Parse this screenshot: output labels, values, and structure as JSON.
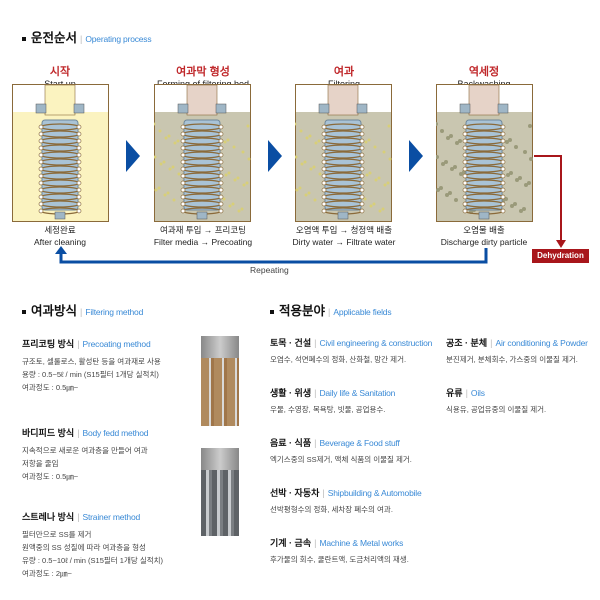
{
  "process": {
    "title_ko": "운전순서",
    "title_en": "Operating process",
    "steps": [
      {
        "ko": "시작",
        "en": "Start up",
        "cap_ko": "세정완료",
        "cap_en": "After cleaning"
      },
      {
        "ko": "여과막 형성",
        "en": "Forming of filtering bed",
        "cap_ko": "여과재 투입 → 프리코팅",
        "cap_en": "Filter media → Precoating"
      },
      {
        "ko": "여과",
        "en": "Filtering",
        "cap_ko": "오염액 투입 → 청정액 배출",
        "cap_en": "Dirty water → Filtrate water"
      },
      {
        "ko": "역세정",
        "en": "Backwashing",
        "cap_ko": "오염물 배출",
        "cap_en": "Discharge dirty particle"
      }
    ],
    "repeating": "Repeating",
    "dehydration": "Dehydration",
    "colors": {
      "arrow_blue": "#0a4ea3",
      "red": "#a8161b"
    }
  },
  "methods": {
    "title_ko": "여과방식",
    "title_en": "Filtering method",
    "items": [
      {
        "ko": "프리코팅 방식",
        "en": "Precoating method",
        "lines": [
          "규조토, 셀룰로스, 활성탄 등을 여과재로 사용",
          "용량 : 0.5~5ℓ / min (S15필터 1개당 실적치)",
          "여과정도 : 0.5㎛~"
        ]
      },
      {
        "ko": "바디피드 방식",
        "en": "Body fedd method",
        "lines": [
          "지속적으로 새로운 여과층을 만들어 여과",
          "저항을 줄임",
          "여과정도 : 0.5㎛~"
        ]
      },
      {
        "ko": "스트레나 방식",
        "en": "Strainer method",
        "lines": [
          "필터만으로 SS를 제거",
          "원액중의 SS 성질에 따라 여과층을 형성",
          "유량 : 0.5~10ℓ / min (S15필터 1개당 실적치)",
          "여과정도 : 2㎛~"
        ]
      }
    ]
  },
  "fields": {
    "title_ko": "적용분야",
    "title_en": "Applicable fields",
    "items": [
      {
        "ko": "토목 · 건설",
        "en": "Civil engineering & construction",
        "desc": "오염수, 석면폐수의 정화, 산화철, 망간 제거."
      },
      {
        "ko": "생활 · 위생",
        "en": "Daily life & Sanitation",
        "desc": "우물, 수영장, 목욕탕, 빗물, 공업용수."
      },
      {
        "ko": "음료 · 식품",
        "en": "Beverage & Food stuff",
        "desc": "엑기스중의 SS제거, 액체 식품의 이물질 제거."
      },
      {
        "ko": "선박 · 자동차",
        "en": "Shipbuilding & Automobile",
        "desc": "선박평형수의 정화, 세차장 폐수의 여과."
      },
      {
        "ko": "기계 · 금속",
        "en": "Machine & Metal works",
        "desc": "후가물의 회수, 쿨란트액, 도금처리액의 재생."
      },
      {
        "ko": "공조 · 분체",
        "en": "Air conditioning & Powder",
        "desc": "분진제거, 분체회수, 가스중의 이물질 제거."
      },
      {
        "ko": "유류",
        "en": "Oils",
        "desc": "식용유, 공업유중의 이물질 제거."
      }
    ]
  }
}
